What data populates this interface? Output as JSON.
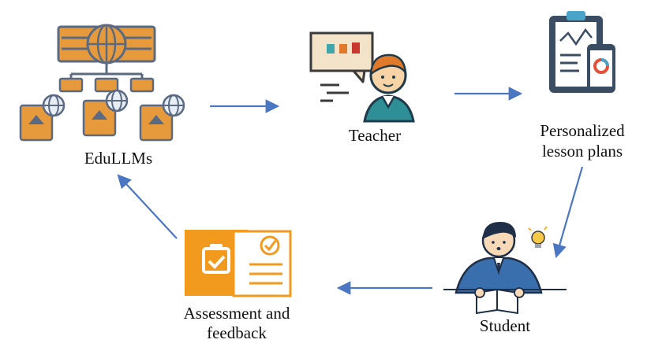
{
  "nodes": {
    "edullms": {
      "label": "EduLLMs"
    },
    "teacher": {
      "label": "Teacher"
    },
    "lesson_plans": {
      "label_line1": "Personalized",
      "label_line2": "lesson plans"
    },
    "student": {
      "label": "Student"
    },
    "assessment": {
      "label_line1": "Assessment and",
      "label_line2": "feedback"
    }
  },
  "colors": {
    "arrow": "#4a76c2",
    "server_orange": "#e79a3b",
    "server_slate": "#5a6a82",
    "teacher_shirt": "#2e8f96",
    "teacher_hair": "#e07a2a",
    "board_bg": "#f3e4c9",
    "device_dark": "#3b4d63",
    "assessment_orange": "#f29a1d",
    "student_suit": "#3a6fae"
  },
  "icons": {
    "edullms": "network-server-books-icon",
    "teacher": "teacher-presentation-icon",
    "lesson_plans": "clipboard-chart-phone-icon",
    "student": "student-writing-icon",
    "assessment": "assessment-checklist-icon"
  }
}
